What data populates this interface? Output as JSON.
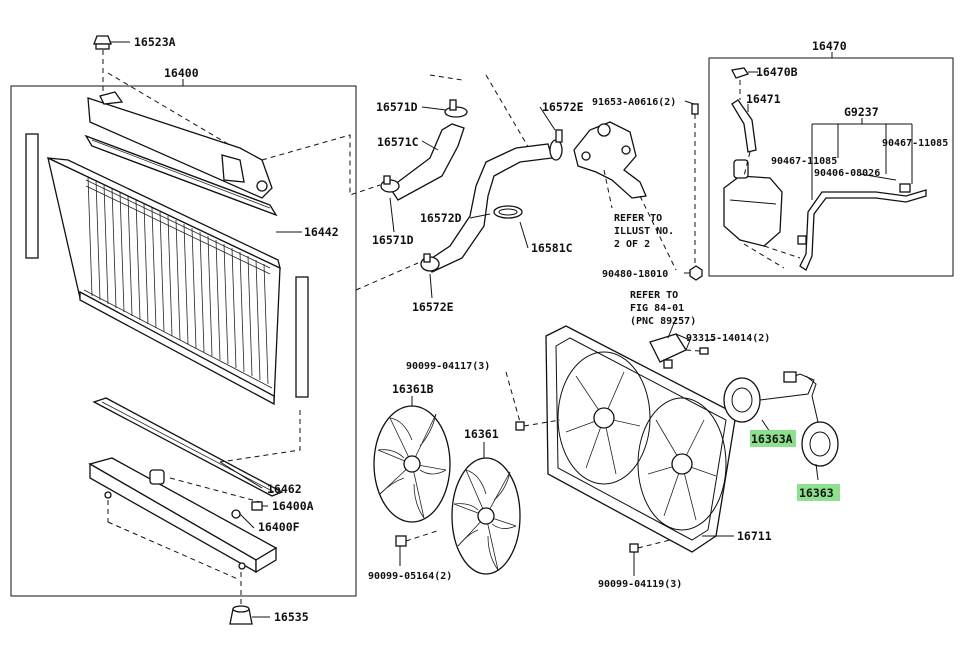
{
  "part_labels": {
    "p16523A": "16523A",
    "p16400": "16400",
    "p16442": "16442",
    "p16462": "16462",
    "p16400A": "16400A",
    "p16400F": "16400F",
    "p16535": "16535",
    "p16571D_top": "16571D",
    "p16571C": "16571C",
    "p16571D_bottom": "16571D",
    "p16572E_top": "16572E",
    "p16572D": "16572D",
    "p16581C": "16581C",
    "p16572E_bottom": "16572E",
    "p91653": "91653-A0616(2)",
    "p90480": "90480-18010",
    "p16470": "16470",
    "p16470B": "16470B",
    "p16471": "16471",
    "pG9237": "G9237",
    "p90467_right": "90467-11085",
    "p90467_mid": "90467-11085",
    "p90406": "90406-08026",
    "p93315": "93315-14014(2)",
    "p90099_04117": "90099-04117(3)",
    "p16361B": "16361B",
    "p16361": "16361",
    "p90099_05164": "90099-05164(2)",
    "p16363A": "16363A",
    "p16363": "16363",
    "p16711": "16711",
    "p90099_04119": "90099-04119(3)"
  },
  "notes": {
    "refer_illust_1": "REFER TO",
    "refer_illust_2": "ILLUST NO.",
    "refer_illust_3": "2 OF 2",
    "refer_fig_1": "REFER TO",
    "refer_fig_2": "FIG 84-01",
    "refer_fig_3": "(PNC 89257)"
  },
  "highlight_color": "#8de08d"
}
